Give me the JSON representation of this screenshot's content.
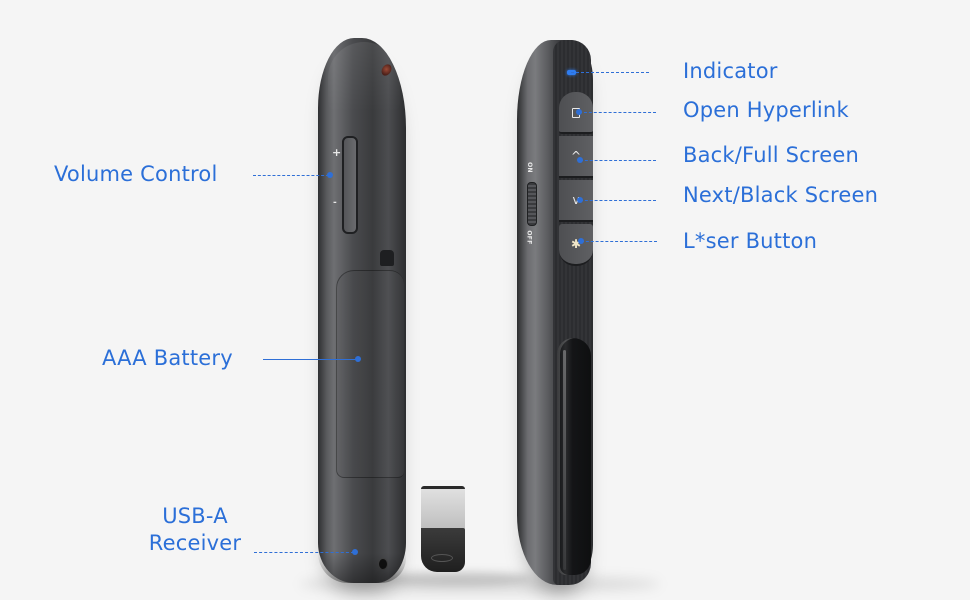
{
  "background_color": "#f5f5f5",
  "accent_color": "#2b6fd8",
  "left_device": {
    "view": "side",
    "callouts": [
      {
        "id": "volume",
        "label": "Volume Control",
        "line_style": "dashed"
      },
      {
        "id": "battery",
        "label": "AAA Battery",
        "line_style": "solid"
      },
      {
        "id": "usb",
        "label_line1": "USB-A",
        "label_line2": "Receiver",
        "line_style": "dashed"
      }
    ],
    "volume_plus_glyph": "+",
    "volume_minus_glyph": "-"
  },
  "right_device": {
    "view": "front",
    "switch": {
      "on_label": "ON",
      "off_label": "OFF"
    },
    "buttons": [
      {
        "icon": "square-icon",
        "glyph": ""
      },
      {
        "icon": "chevron-up-icon",
        "glyph": "^"
      },
      {
        "icon": "chevron-down-icon",
        "glyph": "v"
      },
      {
        "icon": "laser-icon",
        "glyph": "✱"
      }
    ],
    "callouts": [
      {
        "id": "indicator",
        "label": "Indicator"
      },
      {
        "id": "hyperlink",
        "label": "Open Hyperlink"
      },
      {
        "id": "back",
        "label": "Back/Full Screen"
      },
      {
        "id": "next",
        "label": "Next/Black Screen"
      },
      {
        "id": "laser",
        "label": "L*ser  Button"
      }
    ]
  },
  "usb_receiver": {
    "type": "USB-A nano receiver"
  }
}
